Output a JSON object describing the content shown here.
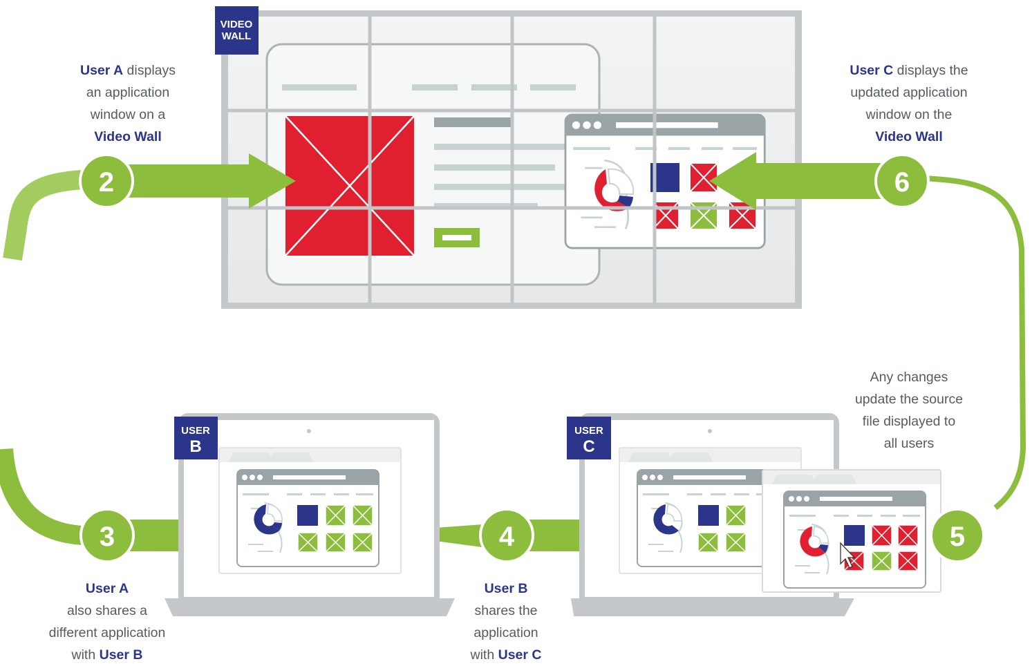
{
  "video_wall": {
    "tag_line1": "VIDEO",
    "tag_line2": "WALL"
  },
  "user_b_screen": {
    "tag_line1": "USER",
    "tag_line2": "B"
  },
  "user_c_screen": {
    "tag_line1": "USER",
    "tag_line2": "C"
  },
  "steps": [
    {
      "number": "2",
      "lines": [
        [
          {
            "t": "User A",
            "b": true
          },
          {
            "t": " displays"
          }
        ],
        [
          {
            "t": "an application"
          }
        ],
        [
          {
            "t": "window on a"
          }
        ],
        [
          {
            "t": "Video Wall",
            "b": true
          }
        ]
      ]
    },
    {
      "number": "3",
      "lines": [
        [
          {
            "t": "User A",
            "b": true
          }
        ],
        [
          {
            "t": "also shares a"
          }
        ],
        [
          {
            "t": "different application"
          }
        ],
        [
          {
            "t": "with "
          },
          {
            "t": "User B",
            "b": true
          }
        ]
      ]
    },
    {
      "number": "4",
      "lines": [
        [
          {
            "t": "User B",
            "b": true
          }
        ],
        [
          {
            "t": "shares the"
          }
        ],
        [
          {
            "t": "application"
          }
        ],
        [
          {
            "t": "with "
          },
          {
            "t": "User C",
            "b": true
          }
        ]
      ]
    },
    {
      "number": "5",
      "lines": [
        [
          {
            "t": "Any changes"
          }
        ],
        [
          {
            "t": "update the source"
          }
        ],
        [
          {
            "t": "file displayed to"
          }
        ],
        [
          {
            "t": "all users"
          }
        ]
      ]
    },
    {
      "number": "6",
      "lines": [
        [
          {
            "t": "User C",
            "b": true
          },
          {
            "t": " displays the"
          }
        ],
        [
          {
            "t": "updated application"
          }
        ],
        [
          {
            "t": "window on the"
          }
        ],
        [
          {
            "t": "Video Wall",
            "b": true
          }
        ]
      ]
    }
  ],
  "colors": {
    "navy": "#2b3589",
    "red": "#e01f30",
    "green": "#8cbd3c",
    "grey": "#b8bcbf",
    "text": "#555b60"
  }
}
